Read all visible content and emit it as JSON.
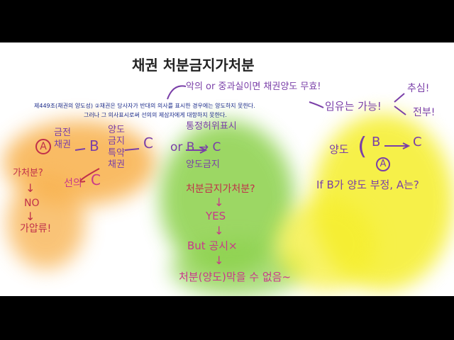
{
  "title": "채권 처분금지가처분",
  "law_text": {
    "line1": "제449조(채권의 양도성) ②채권은 당사자가 반대의 의사를 표시한 경우에는 양도하지 못한다.",
    "line2": "그러나 그 의사표시로써 선의의 제삼자에게 대항하지 못한다."
  },
  "top_note": {
    "text": "악의 or 중과실이면 채권양도 무효!",
    "sub": "임유는 가능!",
    "right1": "추심!",
    "right2": "전부!"
  },
  "orange_section": {
    "a_label": "A",
    "creditor": "금전\n채권",
    "b": "B",
    "c": "C",
    "transfer": "양도\n금지\n특약\n채권",
    "good_faith": "선의",
    "seizure_q": "가처분?",
    "arrow": "↓",
    "no": "NO",
    "seizure_ok": "가압류!"
  },
  "green_section": {
    "header": "통정허위표시",
    "or_chain": "or B → C",
    "ban": "양도금지",
    "question": "처분금지가처분?",
    "yes": "YES",
    "but": "But 공시×",
    "result": "처분(양도)막을 수 없음~"
  },
  "yellow_section": {
    "transfer": "양도",
    "b": "B",
    "c": "C",
    "a_label": "A",
    "question": "If B가 양도 부정, A는?"
  },
  "colors": {
    "orange": "#f8b04a",
    "green": "#8bd14a",
    "yellow": "#f5ee2a",
    "ink_purple": "#7a3fa8",
    "ink_red": "#c0304a",
    "ink_pink": "#c8388a"
  }
}
